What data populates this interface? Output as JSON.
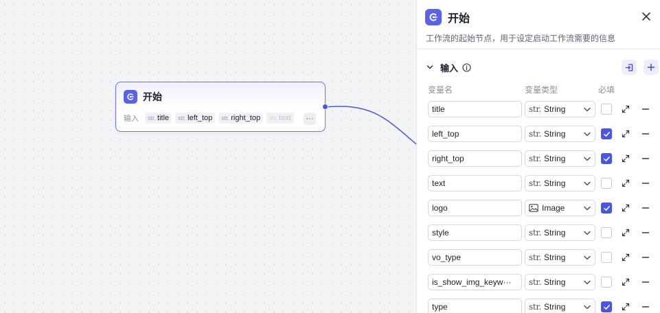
{
  "node": {
    "title": "开始",
    "inputs_label": "输入",
    "chips": [
      {
        "type": "str.",
        "name": "title"
      },
      {
        "type": "str.",
        "name": "left_top"
      },
      {
        "type": "str.",
        "name": "right_top"
      },
      {
        "type": "str.",
        "name": "text"
      }
    ],
    "more": "···"
  },
  "panel": {
    "title": "开始",
    "description": "工作流的起始节点，用于设定启动工作流需要的信息",
    "section_title": "输入",
    "columns": {
      "name": "变量名",
      "type": "变量类型",
      "required": "必填"
    },
    "rows": [
      {
        "name": "title",
        "type_prefix": "str.",
        "type": "String",
        "icon": "string-type-icon",
        "required": false
      },
      {
        "name": "left_top",
        "type_prefix": "str.",
        "type": "String",
        "icon": "string-type-icon",
        "required": true
      },
      {
        "name": "right_top",
        "type_prefix": "str.",
        "type": "String",
        "icon": "string-type-icon",
        "required": true
      },
      {
        "name": "text",
        "type_prefix": "str.",
        "type": "String",
        "icon": "string-type-icon",
        "required": false
      },
      {
        "name": "logo",
        "type_prefix": "",
        "type": "Image",
        "icon": "image-icon",
        "required": true
      },
      {
        "name": "style",
        "type_prefix": "str.",
        "type": "String",
        "icon": "string-type-icon",
        "required": false
      },
      {
        "name": "vo_type",
        "type_prefix": "str.",
        "type": "String",
        "icon": "string-type-icon",
        "required": false
      },
      {
        "name": "is_show_img_keyw···",
        "type_prefix": "str.",
        "type": "String",
        "icon": "string-type-icon",
        "required": false
      },
      {
        "name": "type",
        "type_prefix": "str.",
        "type": "String",
        "icon": "string-type-icon",
        "required": true
      }
    ]
  },
  "colors": {
    "accent": "#4a55e6",
    "node_border": "#6b73f0",
    "edge": "#4a55e6"
  }
}
